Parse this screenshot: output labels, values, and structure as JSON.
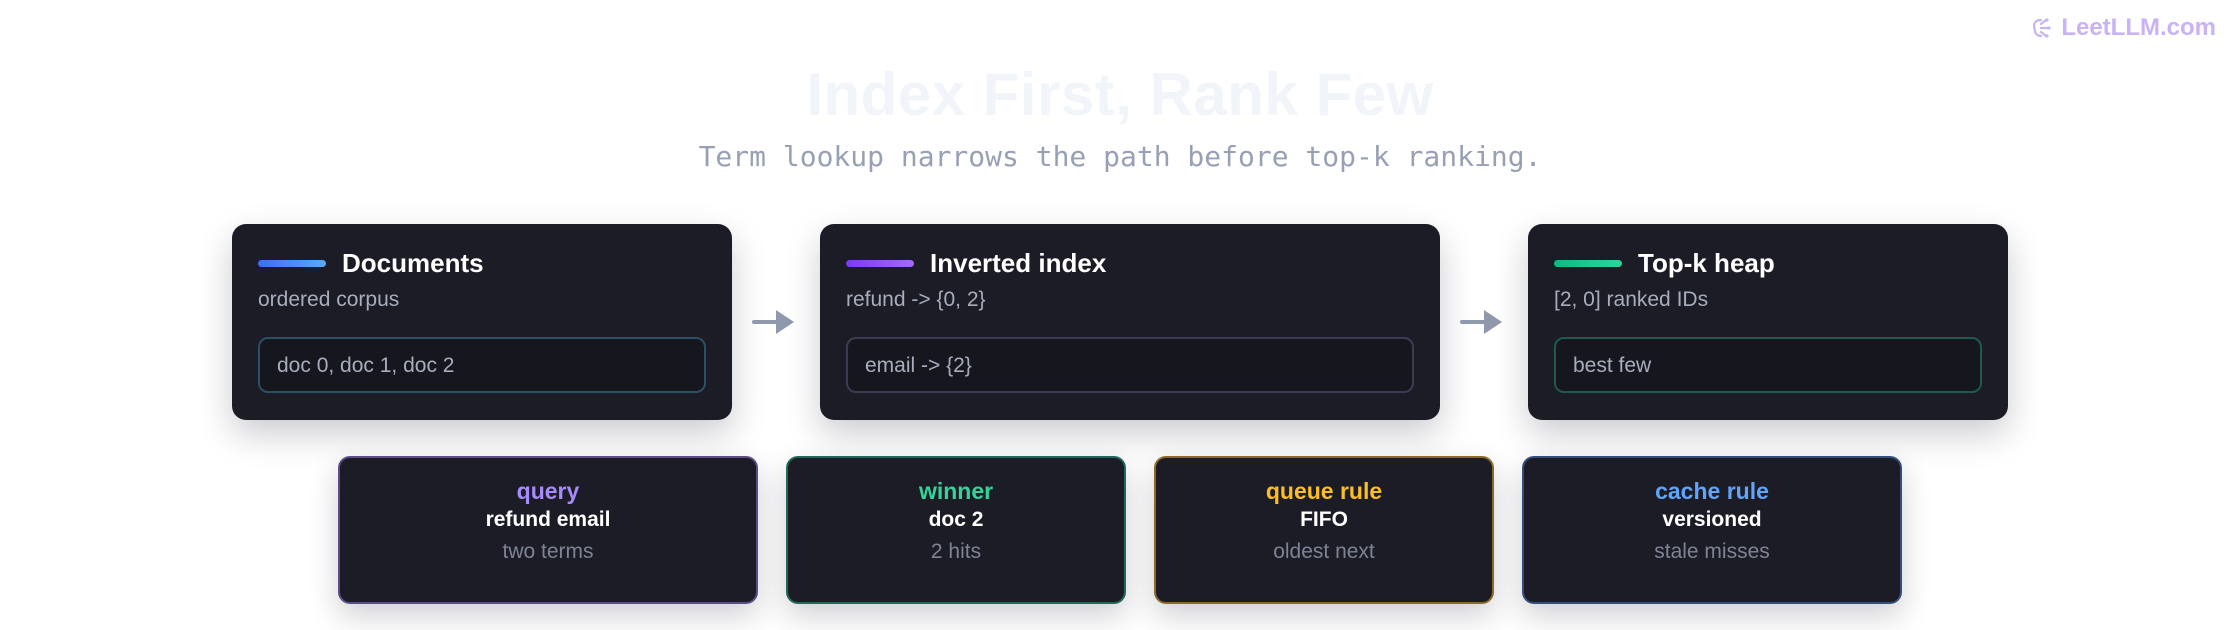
{
  "brand": {
    "icon": "brain-circuit-icon",
    "name": "LeetLLM.com",
    "color": "#c9b2f5"
  },
  "title": "Index First, Rank Few",
  "subtitle": "Term lookup narrows the path before top-k ranking.",
  "cards": [
    {
      "title": "Documents",
      "subtitle": "ordered corpus",
      "chip": "doc 0, doc 1, doc 2",
      "accent_from": "#3b6ff0",
      "accent_to": "#5aa9f7",
      "chip_border": "#2c4f63"
    },
    {
      "title": "Inverted index",
      "subtitle": "refund -> {0, 2}",
      "chip": "email -> {2}",
      "accent_from": "#7c3aed",
      "accent_to": "#a36bf2",
      "chip_border": "#3a3d52"
    },
    {
      "title": "Top-k heap",
      "subtitle": "[2, 0] ranked IDs",
      "chip": "best few",
      "accent_from": "#10b981",
      "accent_to": "#2fd49c",
      "chip_border": "#1f5a4e"
    }
  ],
  "arrows": {
    "icon": "arrow-right-icon",
    "color": "#8f98ad"
  },
  "stats": [
    {
      "label": "query",
      "value": "refund email",
      "note": "two terms",
      "label_color": "#a78bfa",
      "border_color": "#5b4d87"
    },
    {
      "label": "winner",
      "value": "doc 2",
      "note": "2 hits",
      "label_color": "#34d399",
      "border_color": "#23685a"
    },
    {
      "label": "queue rule",
      "value": "FIFO",
      "note": "oldest next",
      "label_color": "#fbbf24",
      "border_color": "#8a6a2a"
    },
    {
      "label": "cache rule",
      "value": "versioned",
      "note": "stale misses",
      "label_color": "#60a5fa",
      "border_color": "#34507a"
    }
  ]
}
